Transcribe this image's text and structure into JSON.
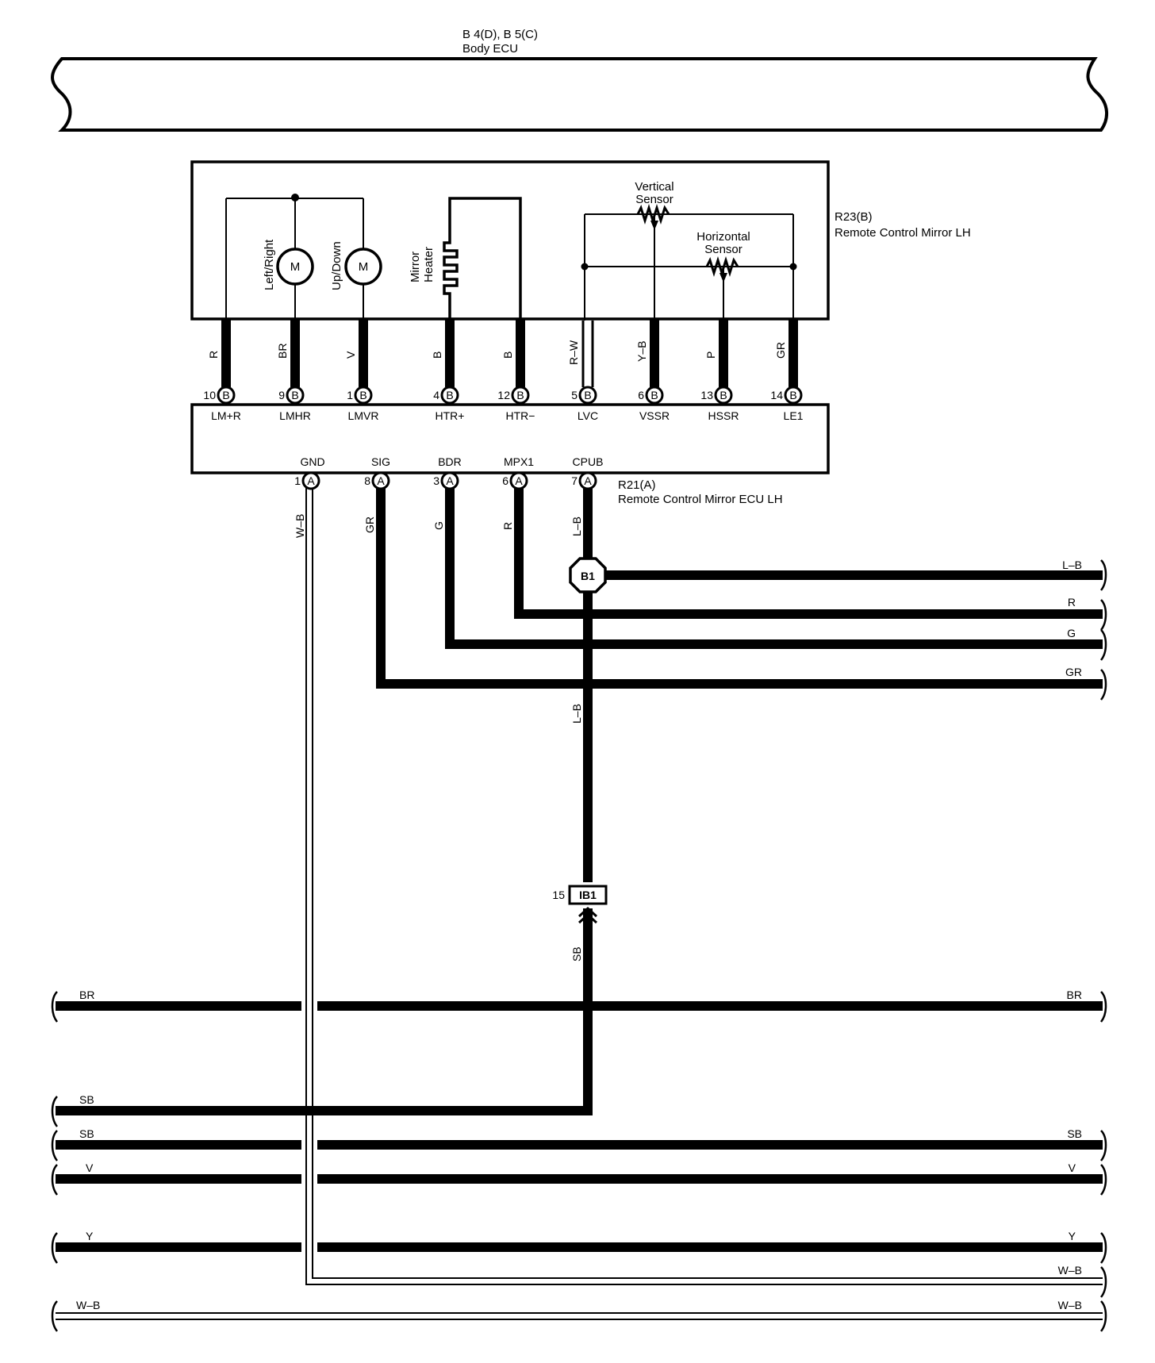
{
  "body_ecu": {
    "connectors": "B 4(D), B 5(C)",
    "name": "Body ECU"
  },
  "mirror": {
    "connector": "R23(B)",
    "name": "Remote Control Mirror LH",
    "motor_lr_label": "Left/Right",
    "motor_ud_label": "Up/Down",
    "motor_symbol": "M",
    "heater_label_1": "Mirror",
    "heater_label_2": "Heater",
    "vsensor_1": "Vertical",
    "vsensor_2": "Sensor",
    "hsensor_1": "Horizontal",
    "hsensor_2": "Sensor"
  },
  "mirror_pins": [
    {
      "num": "10",
      "letter": "B",
      "name": "LM+R",
      "wire": "R"
    },
    {
      "num": "9",
      "letter": "B",
      "name": "LMHR",
      "wire": "BR"
    },
    {
      "num": "1",
      "letter": "B",
      "name": "LMVR",
      "wire": "V"
    },
    {
      "num": "4",
      "letter": "B",
      "name": "HTR+",
      "wire": "B"
    },
    {
      "num": "12",
      "letter": "B",
      "name": "HTR−",
      "wire": "B"
    },
    {
      "num": "5",
      "letter": "B",
      "name": "LVC",
      "wire": "R–W"
    },
    {
      "num": "6",
      "letter": "B",
      "name": "VSSR",
      "wire": "Y–B"
    },
    {
      "num": "13",
      "letter": "B",
      "name": "HSSR",
      "wire": "P"
    },
    {
      "num": "14",
      "letter": "B",
      "name": "LE1",
      "wire": "GR"
    }
  ],
  "ecu": {
    "connector": "R21(A)",
    "name": "Remote Control Mirror ECU LH"
  },
  "ecu_pins": [
    {
      "num": "1",
      "letter": "A",
      "name": "GND",
      "wire": "W–B"
    },
    {
      "num": "8",
      "letter": "A",
      "name": "SIG",
      "wire": "GR"
    },
    {
      "num": "3",
      "letter": "A",
      "name": "BDR",
      "wire": "G"
    },
    {
      "num": "6",
      "letter": "A",
      "name": "MPX1",
      "wire": "R"
    },
    {
      "num": "7",
      "letter": "A",
      "name": "CPUB",
      "wire": "L–B"
    }
  ],
  "junction": {
    "label": "B1"
  },
  "lb_lower_label": "L–B",
  "ib1": {
    "pin": "15",
    "label": "IB1"
  },
  "sb_vertical_label": "SB",
  "right_bus": [
    "L–B",
    "R",
    "G",
    "GR"
  ],
  "lower_buses": [
    {
      "left": "BR",
      "right": "BR"
    },
    {
      "left": "SB",
      "right": ""
    },
    {
      "left": "SB",
      "right": "SB"
    },
    {
      "left": "V",
      "right": "V"
    },
    {
      "left": "Y",
      "right": "Y"
    },
    {
      "left": "",
      "right": "W–B"
    },
    {
      "left": "W–B",
      "right": "W–B"
    }
  ]
}
